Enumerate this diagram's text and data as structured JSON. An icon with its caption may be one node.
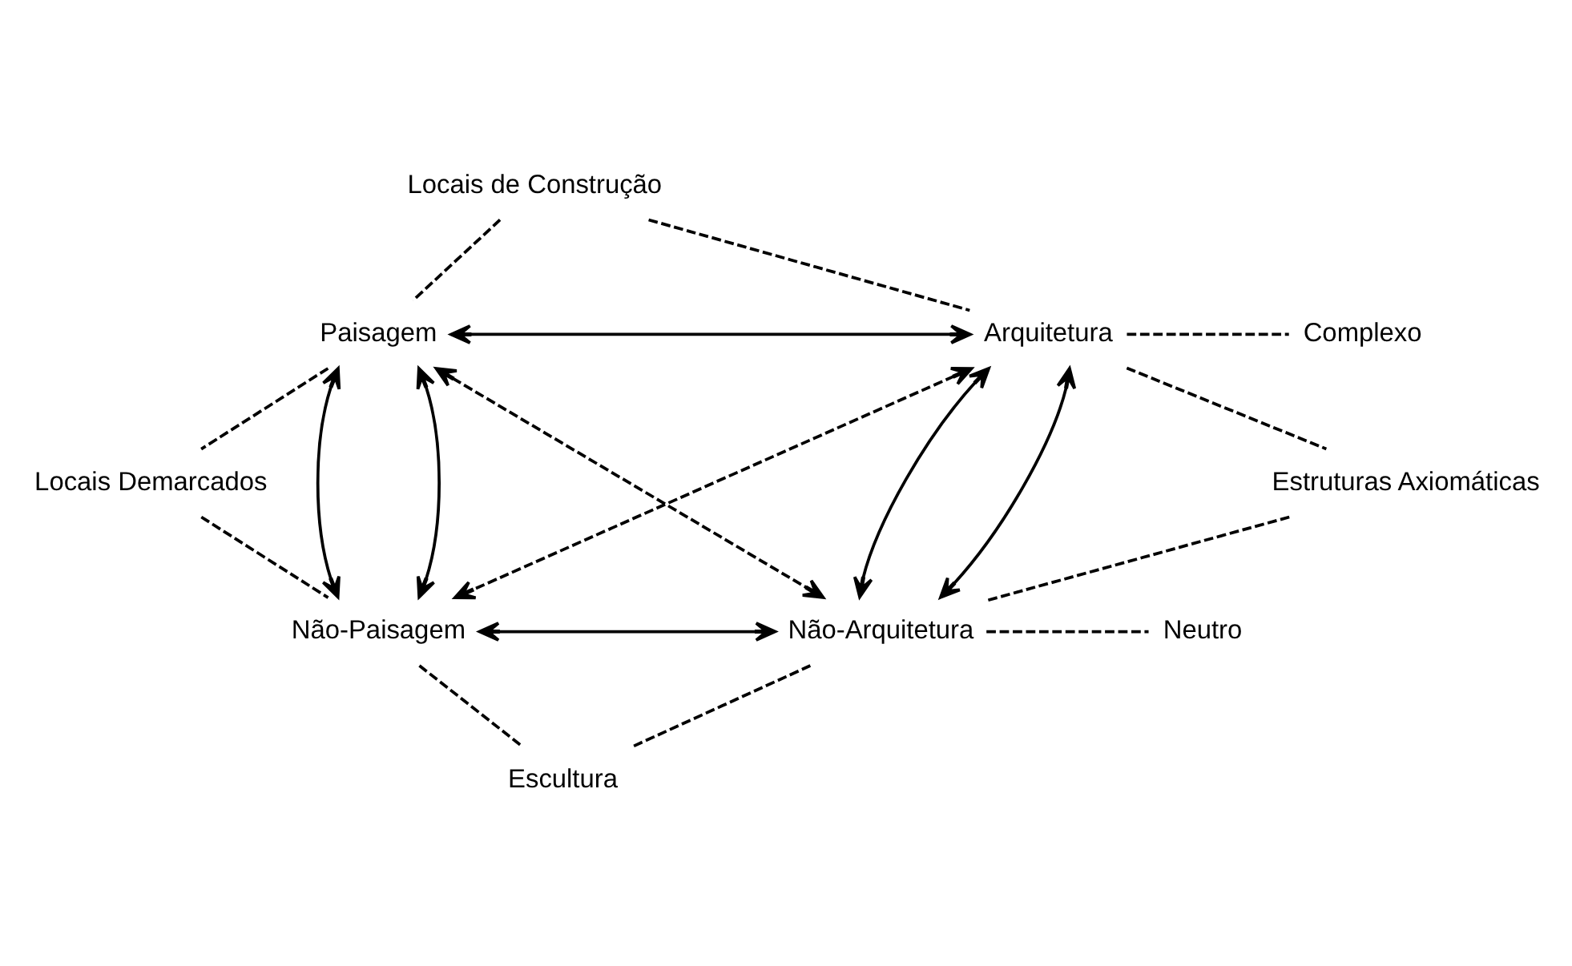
{
  "diagram": {
    "nodes": [
      {
        "text": [
          "Locais de Construção"
        ]
      },
      {
        "text": [
          "Paisagem"
        ]
      },
      {
        "text": [
          "Arquitetura"
        ]
      },
      {
        "text": [
          "Complexo"
        ]
      },
      {
        "text": [
          "Locais Demarcados"
        ]
      },
      {
        "text": [
          "Estruturas Axiomáticas"
        ]
      },
      {
        "text": [
          "Não-Paisagem"
        ]
      },
      {
        "text": [
          "Não-Arquitetura"
        ]
      },
      {
        "text": [
          "Neutro"
        ]
      },
      {
        "text": [
          "Escultura"
        ]
      }
    ],
    "edges": [
      {
        "from": 0,
        "to": 1,
        "arrow": "none",
        "style": "dashed"
      },
      {
        "from": 0,
        "to": 2,
        "arrow": "none",
        "style": "dashed"
      },
      {
        "from": 1,
        "to": 4,
        "arrow": "none",
        "style": "dashed"
      },
      {
        "from": 2,
        "to": 5,
        "arrow": "none",
        "style": "dashed"
      },
      {
        "from": 4,
        "to": 6,
        "arrow": "none",
        "style": "dashed"
      },
      {
        "from": 5,
        "to": 7,
        "arrow": "none",
        "style": "dashed"
      },
      {
        "from": 6,
        "to": 9,
        "arrow": "none",
        "style": "dashed"
      },
      {
        "from": 7,
        "to": 9,
        "arrow": "none",
        "style": "dashed"
      },
      {
        "from": 1,
        "to": 2,
        "arrow": "both"
      },
      {
        "from": 1,
        "to": 6,
        "arrow": "both"
      },
      {
        "from": 1,
        "to": 6,
        "arrow": "both"
      },
      {
        "from": 2,
        "to": 7,
        "arrow": "both"
      },
      {
        "from": 2,
        "to": 7,
        "arrow": "both"
      },
      {
        "from": 6,
        "to": 7,
        "arrow": "both"
      },
      {
        "from": 1,
        "to": 7,
        "arrow": "both",
        "style": "dashed"
      },
      {
        "from": 2,
        "to": 6,
        "arrow": "both",
        "style": "dashed"
      },
      {
        "from": 2,
        "to": 3,
        "arrow": "none",
        "style": "dashed"
      },
      {
        "from": 7,
        "to": 8,
        "arrow": "none",
        "style": "dashed"
      }
    ]
  }
}
